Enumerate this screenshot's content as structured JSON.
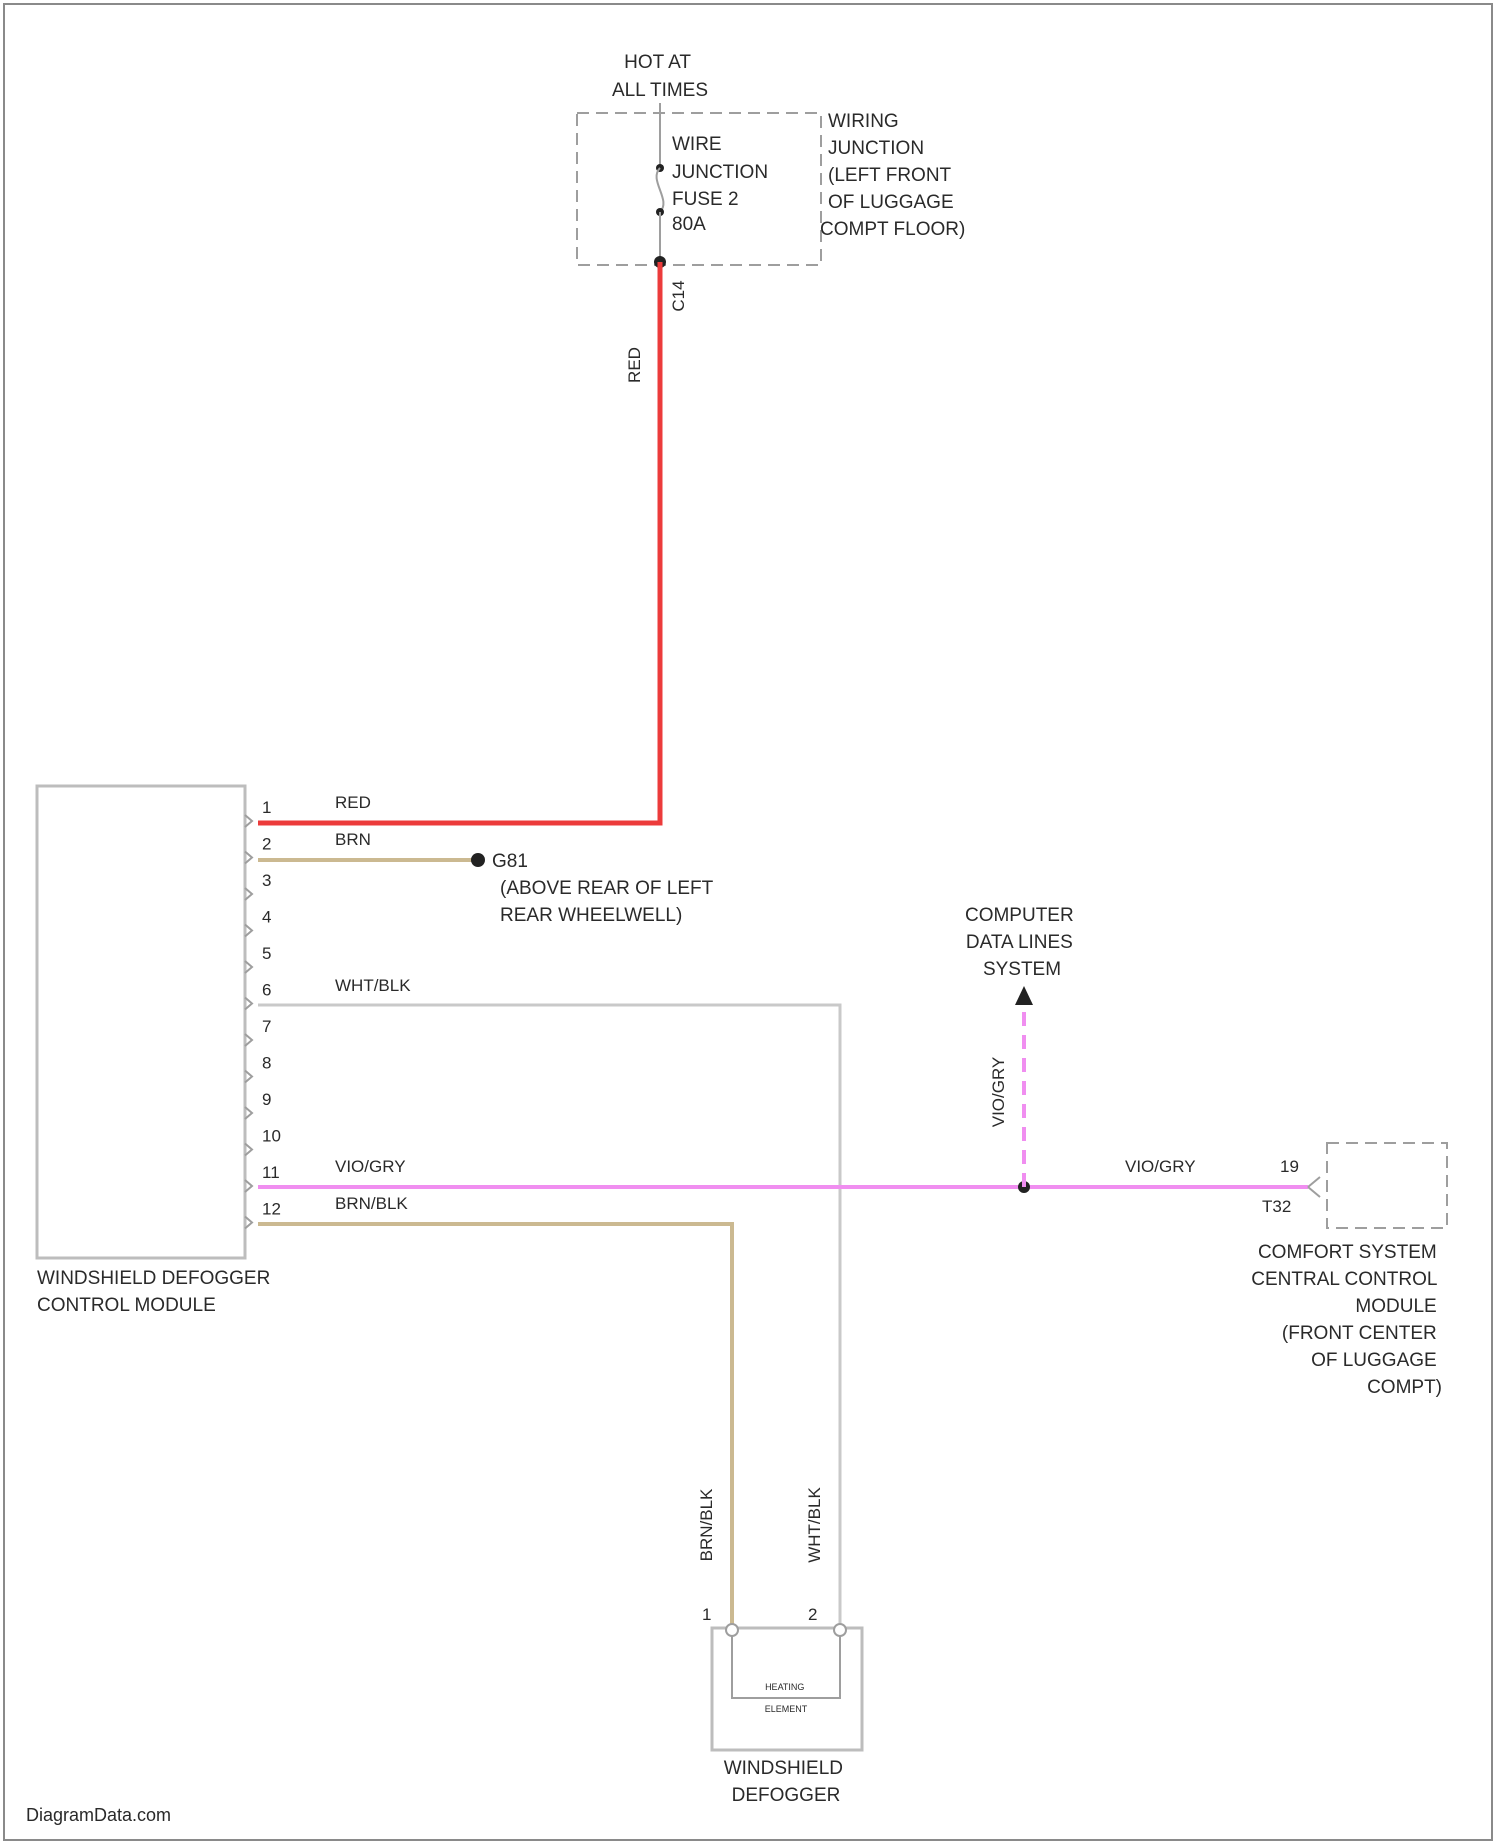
{
  "power_source": {
    "hot_label": [
      "HOT AT",
      "ALL TIMES"
    ],
    "inner_label": [
      "WIRE",
      "JUNCTION",
      "FUSE 2",
      "80A"
    ],
    "location_label": [
      "WIRING",
      "JUNCTION",
      "(LEFT FRONT",
      "OF LUGGAGE",
      "COMPT FLOOR)"
    ],
    "connector_id": "C14"
  },
  "wires": {
    "power_vertical": "RED",
    "pin1": "RED",
    "pin2": "BRN",
    "pin6": "WHT/BLK",
    "pin11": "VIO/GRY",
    "pin12": "BRN/BLK",
    "data_vertical": "VIO/GRY",
    "to_comfort": "VIO/GRY",
    "defogger_left": "BRN/BLK",
    "defogger_right": "WHT/BLK"
  },
  "colors": {
    "red": "#ec3b3b",
    "brown": "#cbb991",
    "violet_gray": "#f08ef0",
    "gray": "#c9c9c9",
    "box": "#bdbdbd",
    "text": "#2a2a2a"
  },
  "control_module": {
    "name": [
      "WINDSHIELD DEFOGGER",
      "CONTROL MODULE"
    ],
    "pins": [
      "1",
      "2",
      "3",
      "4",
      "5",
      "6",
      "7",
      "8",
      "9",
      "10",
      "11",
      "12"
    ]
  },
  "ground": {
    "id": "G81",
    "location": [
      "(ABOVE REAR OF LEFT",
      "REAR WHEELWELL)"
    ]
  },
  "data_lines": {
    "label": [
      "COMPUTER",
      "DATA LINES",
      "SYSTEM"
    ]
  },
  "comfort_module": {
    "pin": "19",
    "connector": "T32",
    "name": [
      "COMFORT SYSTEM",
      "CENTRAL CONTROL",
      "MODULE",
      "(FRONT CENTER",
      "OF LUGGAGE",
      "COMPT)"
    ]
  },
  "defogger": {
    "pin_left": "1",
    "pin_right": "2",
    "element_label": [
      "HEATING",
      "ELEMENT"
    ],
    "name": [
      "WINDSHIELD",
      "DEFOGGER"
    ]
  },
  "watermark": "DiagramData.com"
}
